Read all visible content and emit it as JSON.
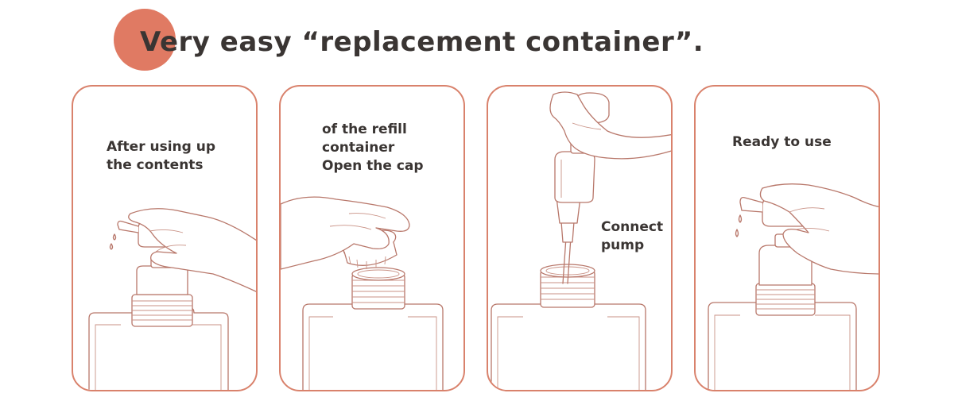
{
  "title": "Very easy “replacement container”.",
  "colors": {
    "accent": "#e07a63",
    "panel_border": "#d9826c",
    "line_art": "#b8776a",
    "text": "#3a3533"
  },
  "steps": [
    {
      "caption": "After using up\nthe contents",
      "illustration": "hand-pressing-pump-icon"
    },
    {
      "caption": "of the refill\ncontainer\nOpen the cap",
      "illustration": "hand-opening-cap-icon"
    },
    {
      "caption": "Connect\npump",
      "illustration": "hand-connecting-pump-icon"
    },
    {
      "caption": "Ready to use",
      "illustration": "hand-pump-ready-icon"
    }
  ]
}
